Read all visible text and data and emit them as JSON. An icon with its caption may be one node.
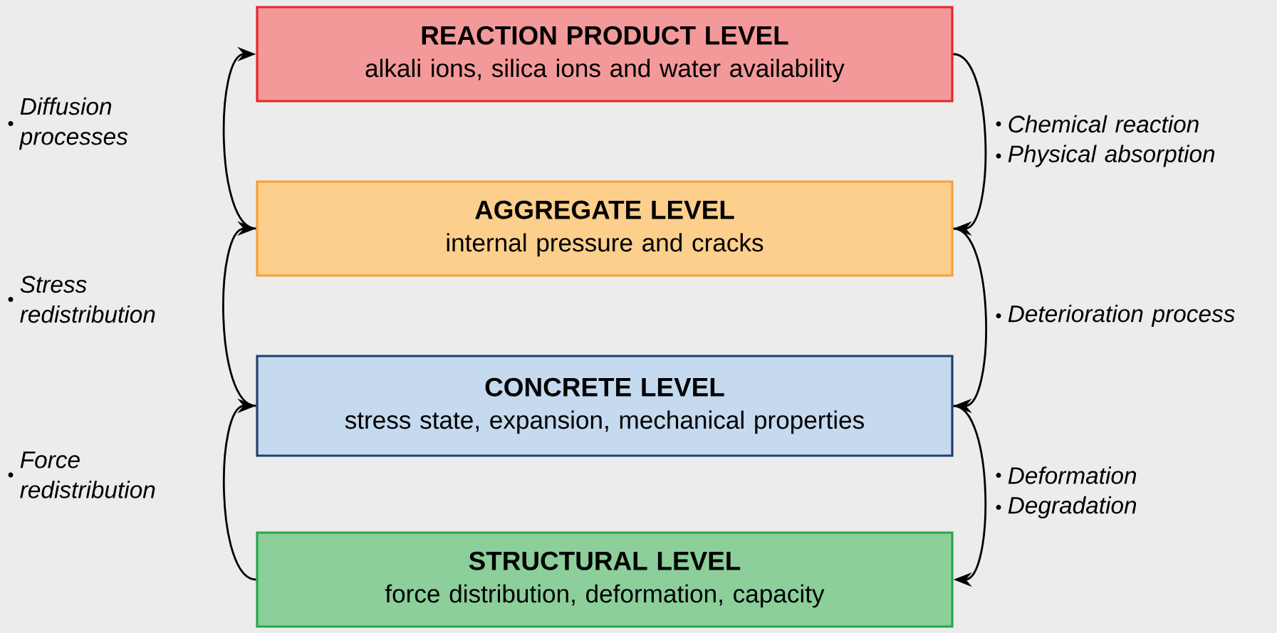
{
  "diagram": {
    "nodes": [
      {
        "text": [
          "REACTION PRODUCT LEVEL",
          "alkali ions, silica ions and water availability"
        ]
      },
      {
        "text": [
          "AGGREGATE LEVEL",
          "internal pressure and cracks"
        ]
      },
      {
        "text": [
          "CONCRETE LEVEL",
          "stress state, expansion, mechanical properties"
        ]
      },
      {
        "text": [
          "STRUCTURAL LEVEL",
          "force distribution, deformation, capacity"
        ]
      }
    ],
    "edges": [
      {
        "from": 1,
        "to": 0,
        "arrow": "to",
        "label": "Diffusion processes"
      },
      {
        "from": 2,
        "to": 1,
        "arrow": "to",
        "label": "Stress redistribution"
      },
      {
        "from": 3,
        "to": 2,
        "arrow": "to",
        "label": "Force redistribution"
      },
      {
        "from": 0,
        "to": 1,
        "arrow": "to",
        "label": "Chemical reaction"
      },
      {
        "from": 1,
        "to": 2,
        "arrow": "to",
        "label": "Deterioration process"
      },
      {
        "from": 2,
        "to": 3,
        "arrow": "to",
        "label": "Deformation"
      }
    ],
    "labels": [
      "Physical absorption",
      "Degradation"
    ]
  }
}
